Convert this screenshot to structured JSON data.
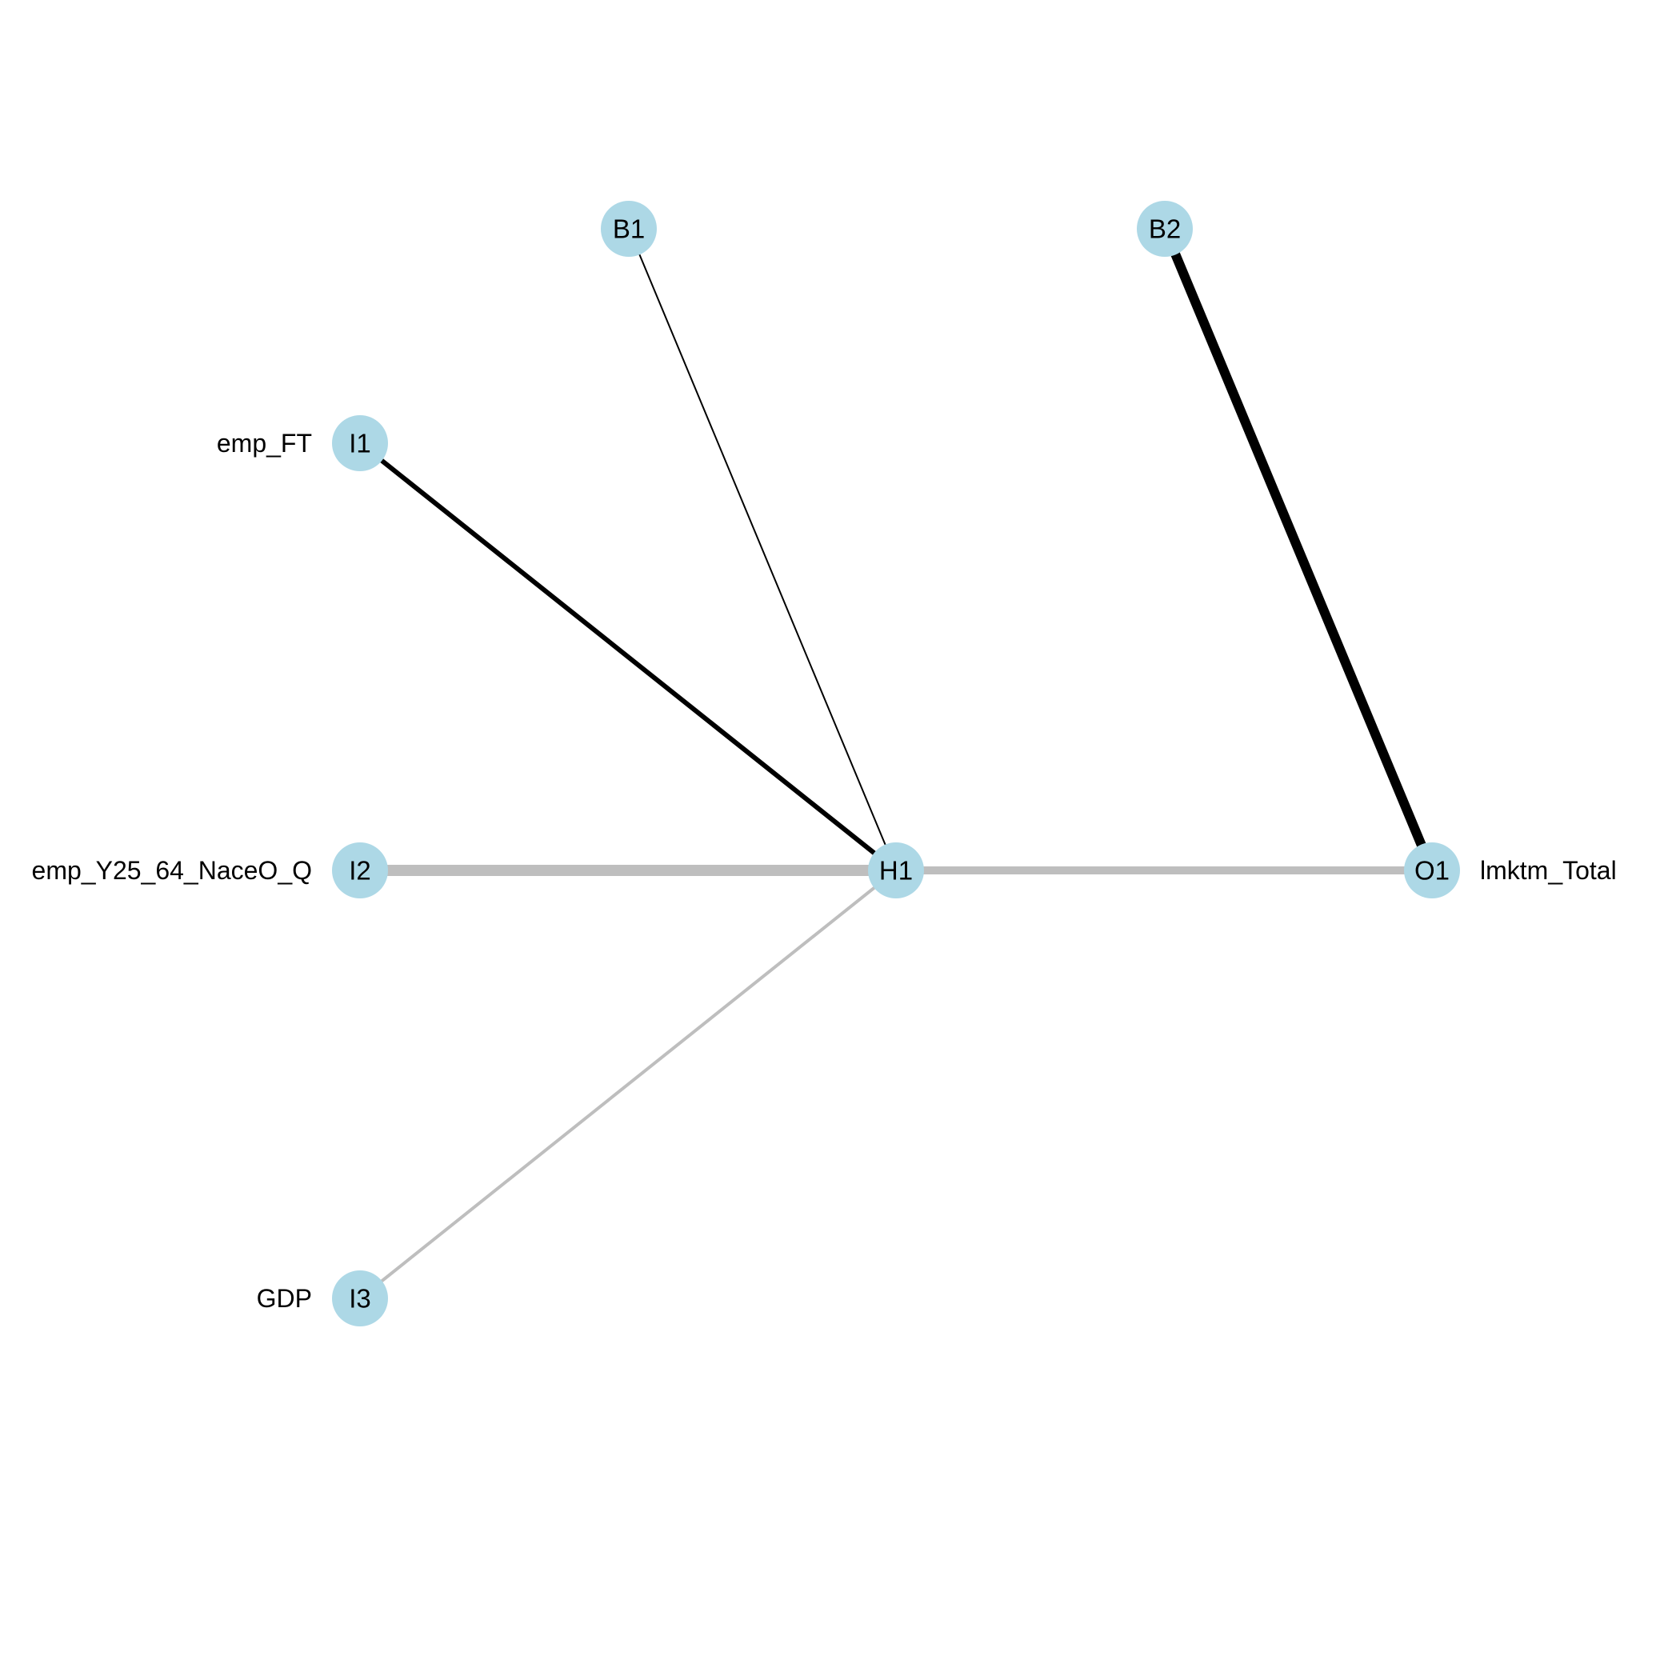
{
  "colors": {
    "node_fill": "#add8e6",
    "positive_weight": "#000000",
    "negative_weight": "#bebebe"
  },
  "nodes": {
    "I1": {
      "label": "I1"
    },
    "I2": {
      "label": "I2"
    },
    "I3": {
      "label": "I3"
    },
    "H1": {
      "label": "H1"
    },
    "O1": {
      "label": "O1"
    },
    "B1": {
      "label": "B1"
    },
    "B2": {
      "label": "B2"
    }
  },
  "input_variables": [
    "emp_FT",
    "emp_Y25_64_NaceO_Q",
    "GDP"
  ],
  "output_variables": [
    "lmktm_Total"
  ],
  "edges": [
    {
      "from": "I1",
      "to": "H1",
      "sign": "positive",
      "magnitude": 0.6
    },
    {
      "from": "I2",
      "to": "H1",
      "sign": "negative",
      "magnitude": 1.0
    },
    {
      "from": "I3",
      "to": "H1",
      "sign": "negative",
      "magnitude": 0.4
    },
    {
      "from": "B1",
      "to": "H1",
      "sign": "positive",
      "magnitude": 0.2
    },
    {
      "from": "H1",
      "to": "O1",
      "sign": "negative",
      "magnitude": 0.8
    },
    {
      "from": "B2",
      "to": "O1",
      "sign": "positive",
      "magnitude": 1.0
    }
  ]
}
